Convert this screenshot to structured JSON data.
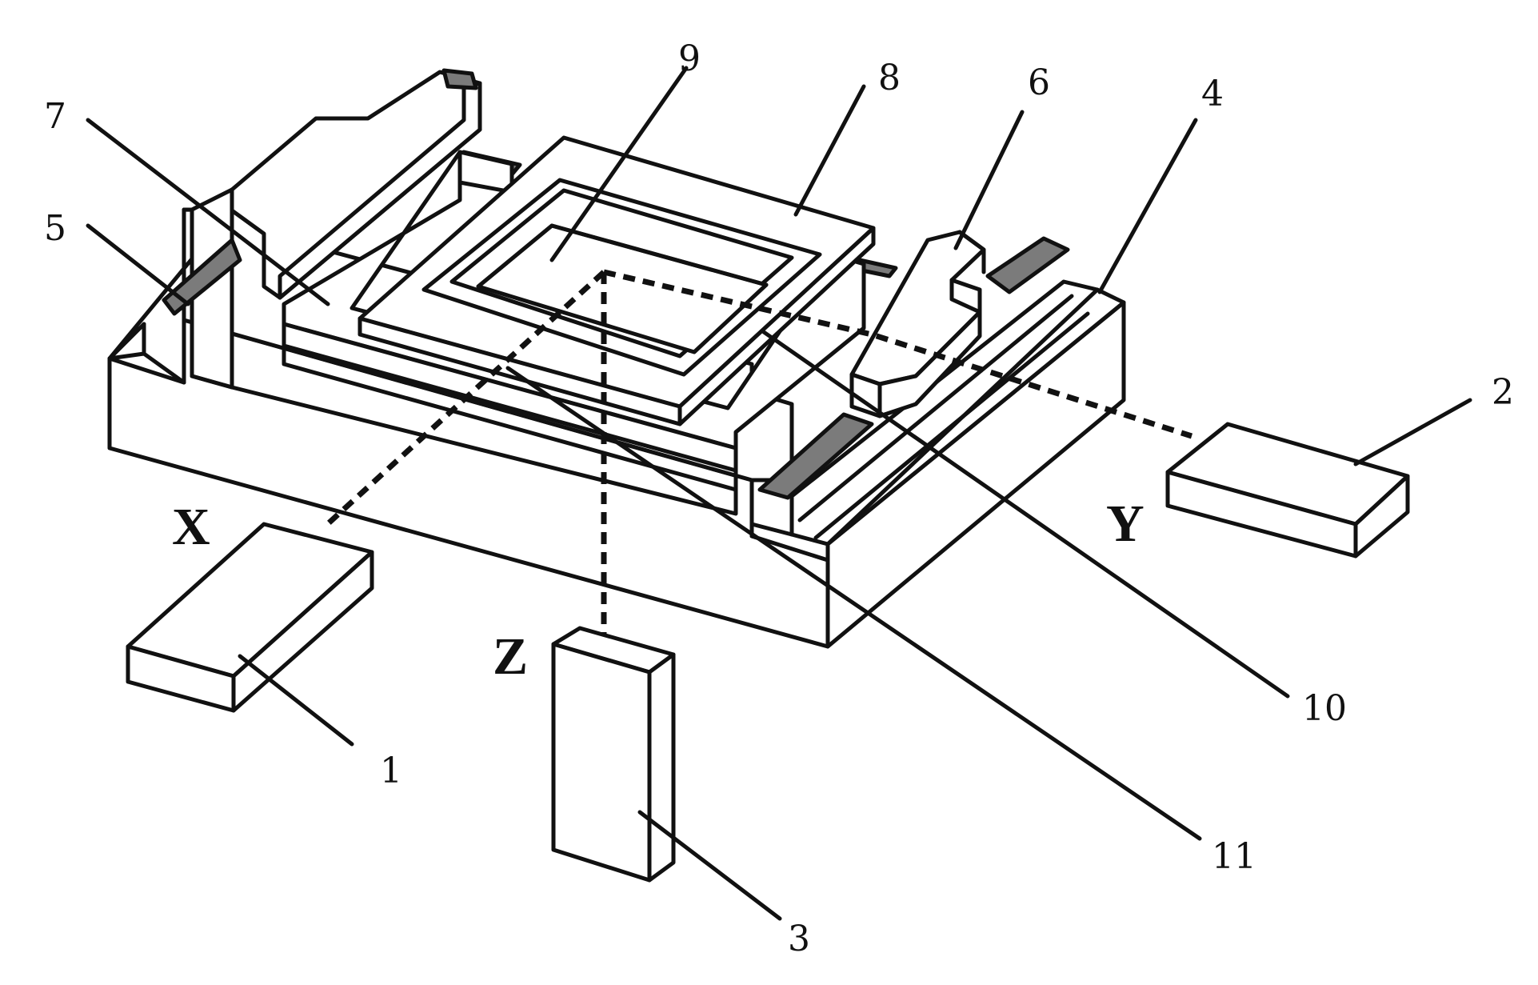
{
  "diagram": {
    "axis_labels": {
      "x": "X",
      "y": "Y",
      "z": "Z"
    },
    "part_numbers": {
      "p1": "1",
      "p2": "2",
      "p3": "3",
      "p4": "4",
      "p5": "5",
      "p6": "6",
      "p7": "7",
      "p8": "8",
      "p9": "9",
      "p10": "10",
      "p11": "11"
    },
    "colors": {
      "line": "#111111",
      "rail_fill": "#7b7b7b",
      "background": "#ffffff"
    }
  }
}
